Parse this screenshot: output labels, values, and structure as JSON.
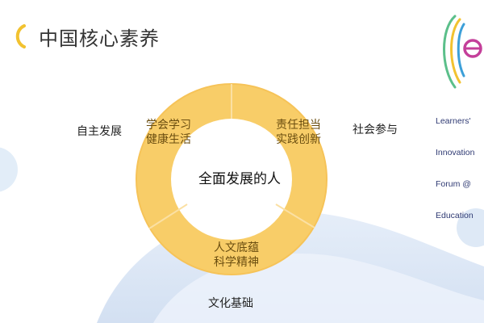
{
  "title": "中国核心素养",
  "center": "全面发展的人",
  "segments": {
    "top_left": [
      "学会学习",
      "健康生活"
    ],
    "top_right": [
      "责任担当",
      "实践创新"
    ],
    "bottom": [
      "人文底蕴",
      "科学精神"
    ]
  },
  "outer_labels": {
    "left": "自主发展",
    "right": "社会参与",
    "bottom": "文化基础"
  },
  "logo": {
    "lines": [
      "Learners'",
      "Innovation",
      "Forum @",
      "Education"
    ]
  },
  "colors": {
    "ring": "#f8cd68",
    "ring_light": "#fbdc8c",
    "accent": "#f2c230",
    "wave_blue": "#dce7f5"
  }
}
